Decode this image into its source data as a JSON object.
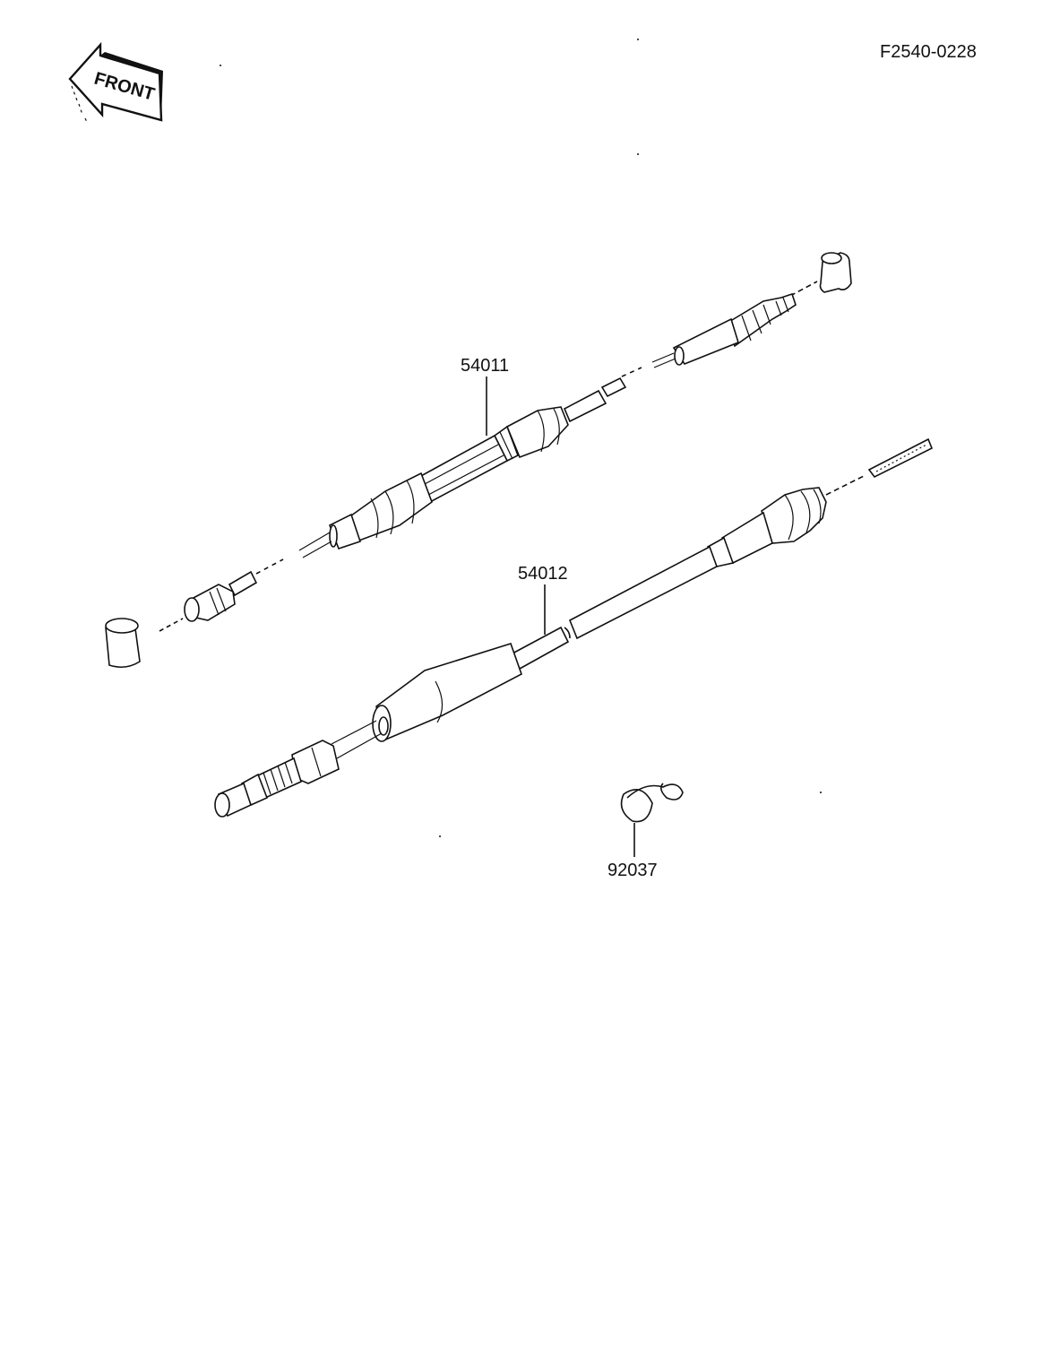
{
  "figure_code": "F2540-0228",
  "front_indicator": "FRONT",
  "parts": [
    {
      "number": "54011"
    },
    {
      "number": "54012"
    },
    {
      "number": "92037"
    }
  ],
  "colors": {
    "ink": "#111111",
    "paper": "#ffffff"
  }
}
